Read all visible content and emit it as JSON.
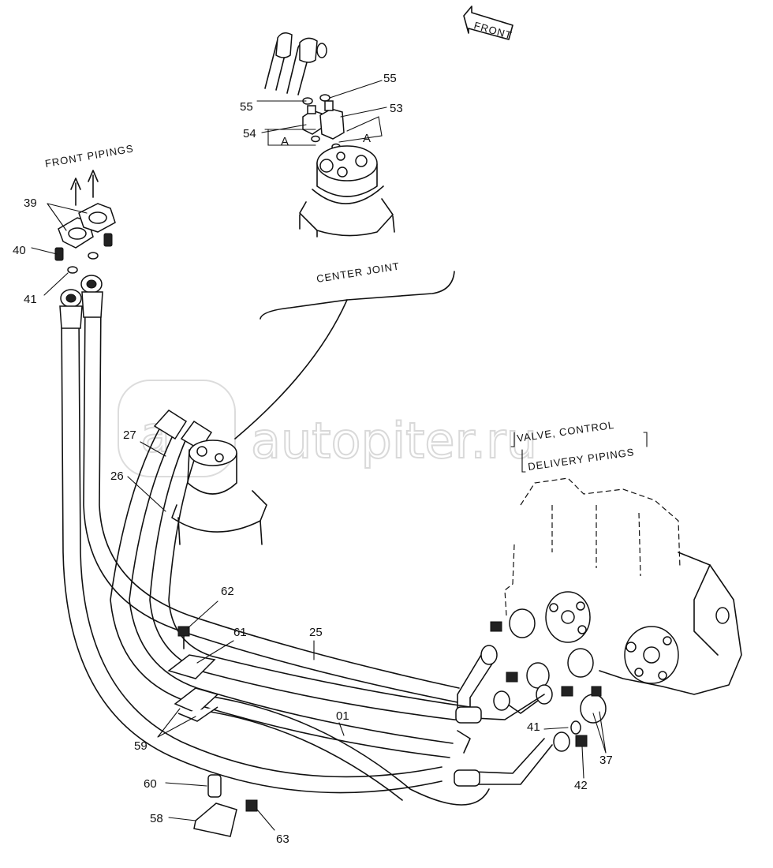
{
  "watermark": "autopiter.ru",
  "captions": {
    "front": "FRONT",
    "front_pipings": "FRONT PIPINGS",
    "center_joint": "CENTER JOINT",
    "valve_line1": "VALVE, CONTROL",
    "valve_line2": "DELIVERY PIPINGS"
  },
  "detail_marks": {
    "a_left": "A",
    "a_right": "A"
  },
  "callouts": {
    "c55a": "55",
    "c55b": "55",
    "c53": "53",
    "c54": "54",
    "c39": "39",
    "c40": "40",
    "c41a": "41",
    "c27": "27",
    "c26": "26",
    "c62": "62",
    "c61": "61",
    "c25": "25",
    "c01": "01",
    "c41b": "41",
    "c37": "37",
    "c42": "42",
    "c59": "59",
    "c60": "60",
    "c58": "58",
    "c63": "63"
  }
}
